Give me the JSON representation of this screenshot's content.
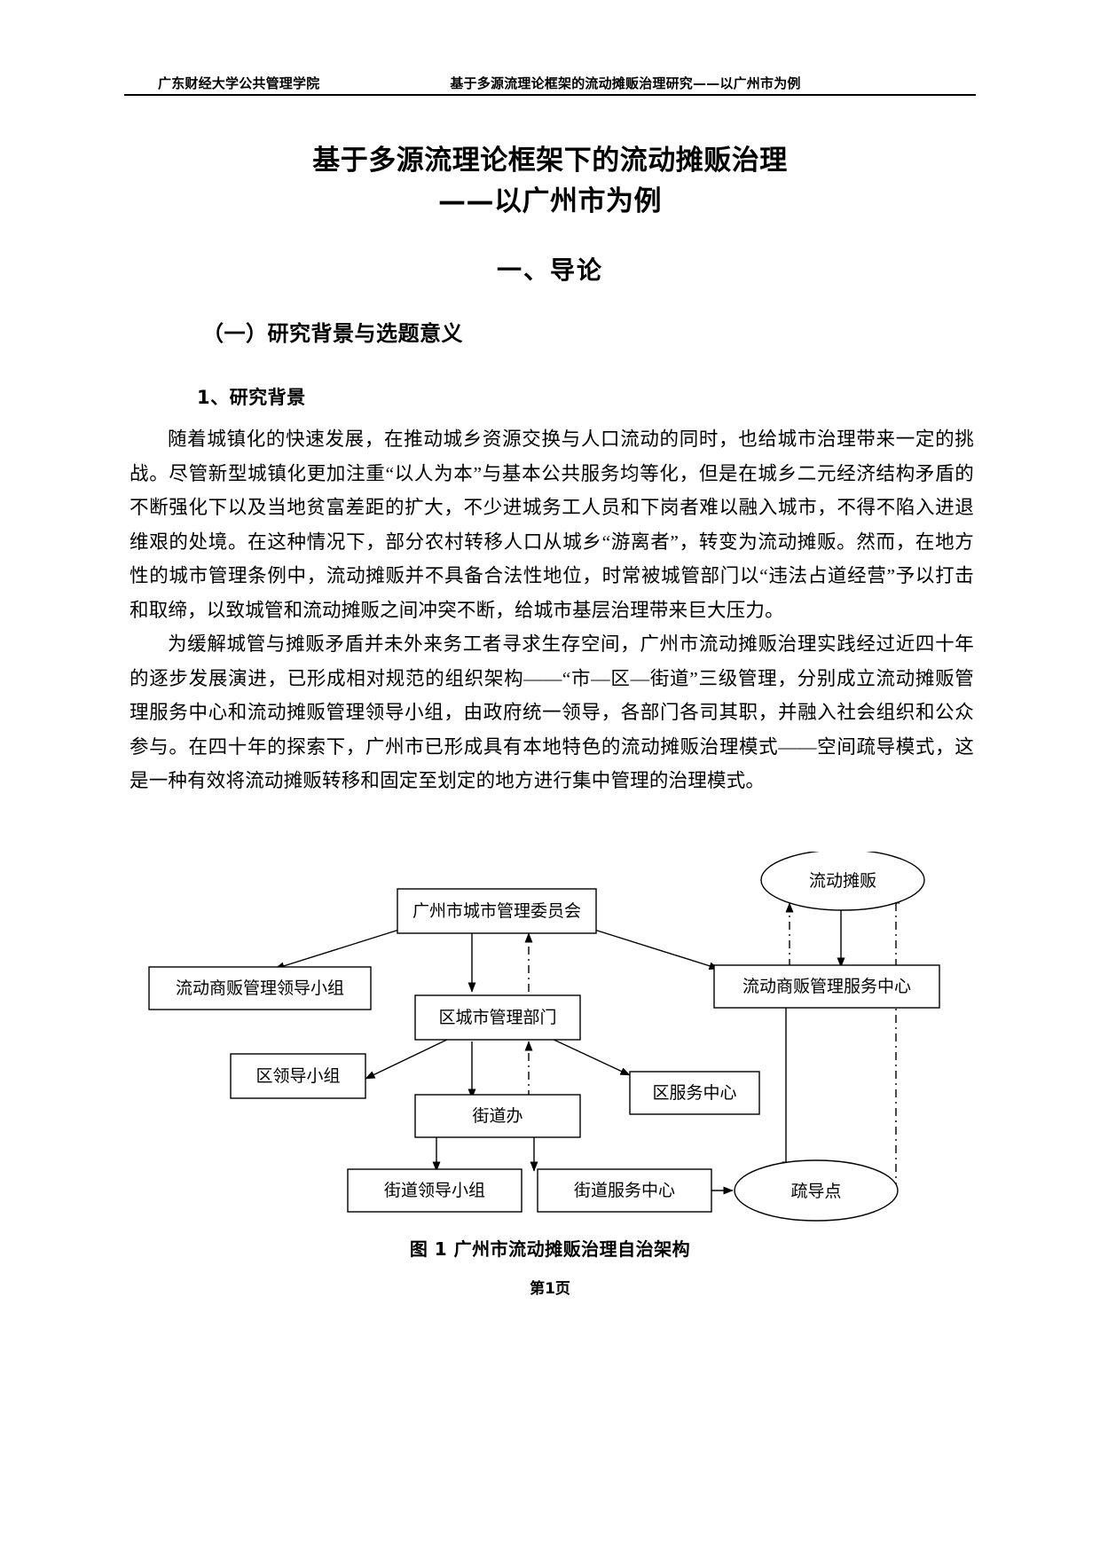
{
  "header": {
    "left": "广东财经大学公共管理学院",
    "right": "基于多源流理论框架的流动摊贩治理研究——以广州市为例"
  },
  "title": {
    "line1": "基于多源流理论框架下的流动摊贩治理",
    "line2": "——以广州市为例"
  },
  "headings": {
    "h1": "一、导论",
    "h2": "（一）研究背景与选题意义",
    "h3": "1、研究背景"
  },
  "paragraphs": [
    "随着城镇化的快速发展，在推动城乡资源交换与人口流动的同时，也给城市治理带来一定的挑战。尽管新型城镇化更加注重“以人为本”与基本公共服务均等化，但是在城乡二元经济结构矛盾的不断强化下以及当地贫富差距的扩大，不少进城务工人员和下岗者难以融入城市，不得不陷入进退维艰的处境。在这种情况下，部分农村转移人口从城乡“游离者”，转变为流动摊贩。然而，在地方性的城市管理条例中，流动摊贩并不具备合法性地位，时常被城管部门以“违法占道经营”予以打击和取缔，以致城管和流动摊贩之间冲突不断，给城市基层治理带来巨大压力。",
    "为缓解城管与摊贩矛盾并未外来务工者寻求生存空间，广州市流动摊贩治理实践经过近四十年的逐步发展演进，已形成相对规范的组织架构——“市—区—街道”三级管理，分别成立流动摊贩管理服务中心和流动摊贩管理领导小组，由政府统一领导，各部门各司其职，并融入社会组织和公众参与。在四十年的探索下，广州市已形成具有本地特色的流动摊贩治理模式——空间疏导模式，这是一种有效将流动摊贩转移和固定至划定的地方进行集中管理的治理模式。"
  ],
  "figure": {
    "caption": "图 1 广州市流动摊贩治理自治架构",
    "nodes": {
      "committee": "广州市城市管理委员会",
      "city_leader_group": "流动商贩管理领导小组",
      "city_service_center": "流动商贩管理服务中心",
      "district_dept": "区城市管理部门",
      "district_leader_group": "区领导小组",
      "district_service_center": "区服务中心",
      "street_office": "街道办",
      "street_leader_group": "街道领导小组",
      "street_service_center": "街道服务中心",
      "vendors": "流动摊贩",
      "guidance_point": "疏导点"
    }
  },
  "footer": {
    "page_label": "第1页"
  },
  "colors": {
    "text": "#000000",
    "rule": "#000000",
    "diagram_stroke": "#000000",
    "background": "#ffffff"
  }
}
